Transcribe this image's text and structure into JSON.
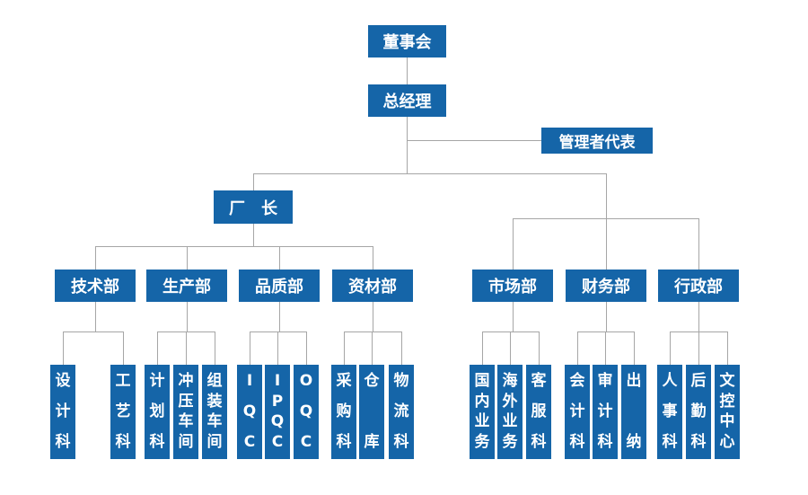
{
  "colors": {
    "node_fill": "#1565a8",
    "node_text": "#ffffff",
    "connector": "#a6a6a6",
    "background": "#ffffff"
  },
  "org": {
    "board": {
      "label": "董事会"
    },
    "general_manager": {
      "label": "总经理"
    },
    "management_representative": {
      "label": "管理者代表"
    },
    "factory_director": {
      "label": "厂　长"
    },
    "departments": [
      {
        "label": "技术部",
        "children": [
          "设计科",
          "工艺科"
        ]
      },
      {
        "label": "生产部",
        "children": [
          "计划科",
          "冲压车间",
          "组装车间"
        ]
      },
      {
        "label": "品质部",
        "children": [
          "IQC",
          "IPQC",
          "OQC"
        ]
      },
      {
        "label": "资材部",
        "children": [
          "采购科",
          "仓库",
          "物流科"
        ]
      },
      {
        "label": "市场部",
        "children": [
          "国内业务",
          "海外业务",
          "客服科"
        ]
      },
      {
        "label": "财务部",
        "children": [
          "会计科",
          "审计科",
          "出纳"
        ]
      },
      {
        "label": "行政部",
        "children": [
          "人事科",
          "后勤科",
          "文控中心"
        ]
      }
    ]
  }
}
